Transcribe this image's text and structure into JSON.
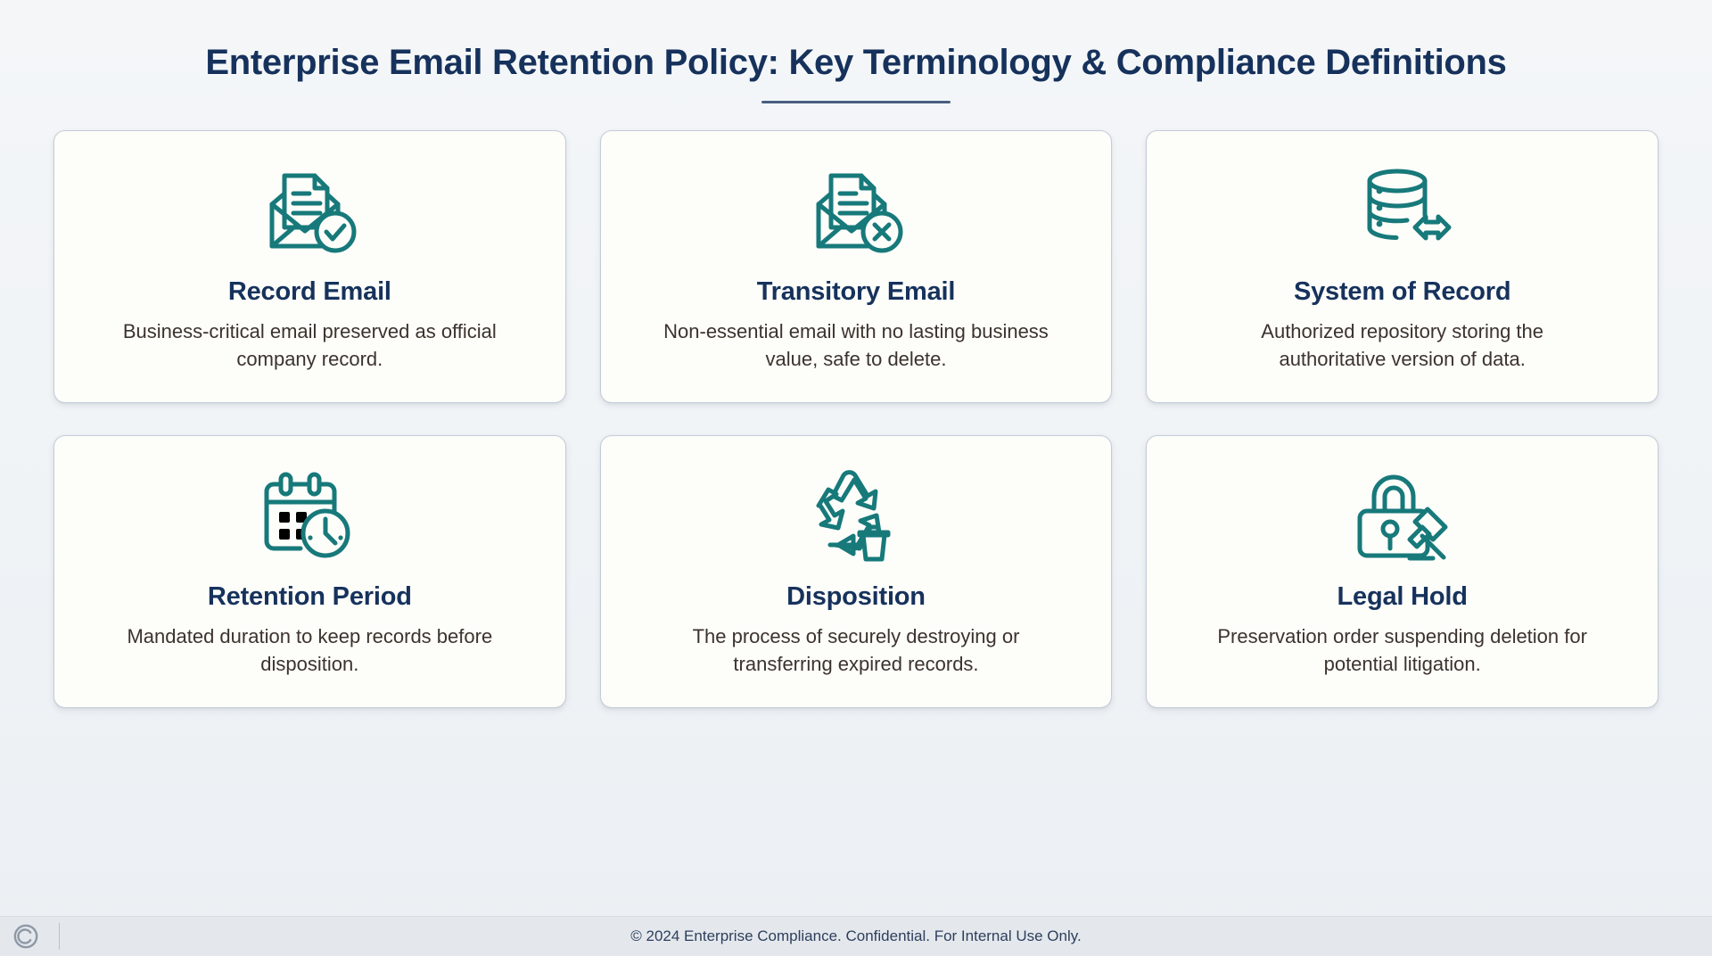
{
  "header": {
    "title": "Enterprise Email Retention Policy: Key Terminology & Compliance Definitions"
  },
  "colors": {
    "background": "#f2f5f7",
    "title_navy": "#16325c",
    "icon_teal": "#17797a",
    "card_bg": "#fdfdfa",
    "card_border": "#c3ccd8",
    "body_text": "#3c332d",
    "footer_bg": "#e4e8ed"
  },
  "cards": [
    {
      "icon": "envelope-document-check-icon",
      "title": "Record Email",
      "description": "Business-critical email preserved as official company record."
    },
    {
      "icon": "envelope-document-x-icon",
      "title": "Transitory Email",
      "description": "Non-essential email with no lasting business value, safe to delete."
    },
    {
      "icon": "database-exchange-icon",
      "title": "System of Record",
      "description": "Authorized repository storing the authoritative version of data."
    },
    {
      "icon": "calendar-clock-icon",
      "title": "Retention Period",
      "description": "Mandated duration to keep records before disposition."
    },
    {
      "icon": "recycle-trash-icon",
      "title": "Disposition",
      "description": "The process of securely destroying or transferring expired records."
    },
    {
      "icon": "padlock-gavel-icon",
      "title": "Legal Hold",
      "description": "Preservation order suspending deletion for potential litigation."
    }
  ],
  "footer": {
    "logo": "copyright-c-logo",
    "text": "© 2024 Enterprise Compliance. Confidential. For Internal Use Only."
  }
}
